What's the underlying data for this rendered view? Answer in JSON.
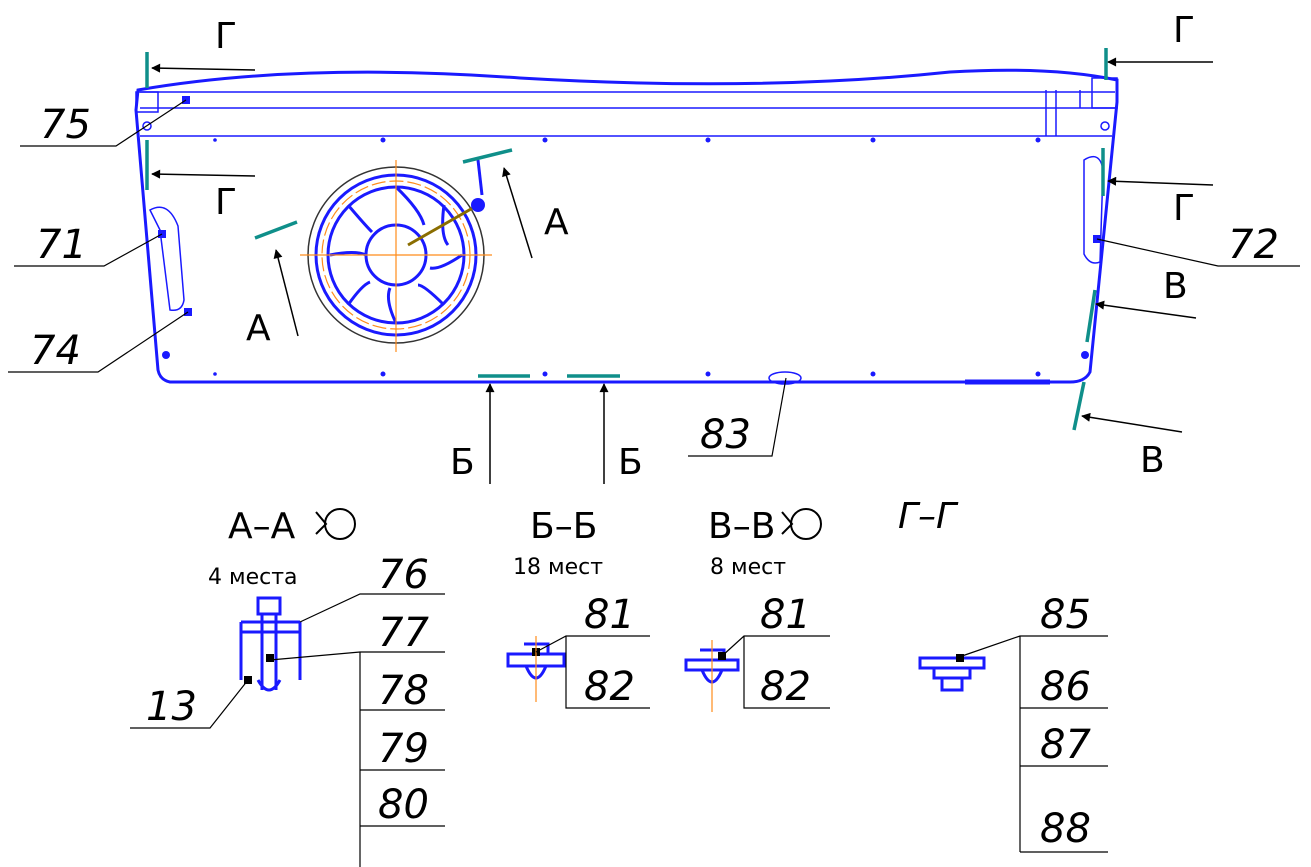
{
  "colors": {
    "outline": "#1a1aff",
    "section_line": "#0f8f8a",
    "axis": "#ff8c1a",
    "text": "#000000"
  },
  "view_labels": {
    "g": "Г",
    "a": "А",
    "b": "Б",
    "v": "В"
  },
  "callouts": {
    "c75": "75",
    "c71": "71",
    "c74": "74",
    "c72": "72",
    "c83": "83"
  },
  "sections": {
    "aa": {
      "title": "А–А",
      "count": "4 места",
      "numbers": [
        "76",
        "77",
        "78",
        "79",
        "80"
      ],
      "extra": "13"
    },
    "bb": {
      "title": "Б–Б",
      "count": "18 мест",
      "numbers": [
        "81",
        "82"
      ]
    },
    "vv": {
      "title": "В–В",
      "count": "8 мест",
      "numbers": [
        "81",
        "82"
      ]
    },
    "gg": {
      "title": "Г–Г",
      "numbers": [
        "85",
        "86",
        "87",
        "88"
      ]
    }
  },
  "icons": {
    "rotate": "rotated-view-icon"
  }
}
